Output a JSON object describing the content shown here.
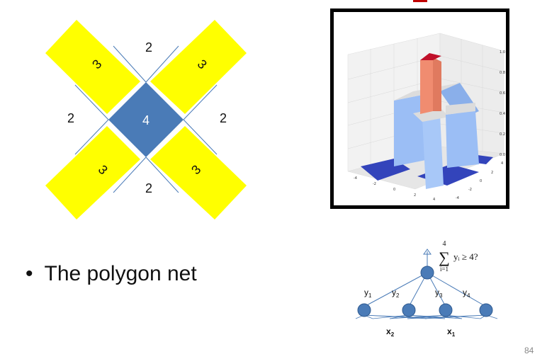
{
  "cross": {
    "arm_label": "3",
    "center_label": "4",
    "gap_labels": {
      "top": "2",
      "left": "2",
      "right": "2",
      "bottom": "2"
    },
    "colors": {
      "arm": "#FFFF00",
      "center": "#4A7BB7",
      "edge": "#4A7BB7"
    }
  },
  "plot": {
    "type": "3d-bar-surface",
    "x_ticks": [
      "-4",
      "-2",
      "0",
      "2",
      "4"
    ],
    "y_ticks": [
      "4",
      "2",
      "0",
      "-2",
      "-4"
    ],
    "z_ticks": [
      "1.0",
      "0.8",
      "0.6",
      "0.4",
      "0.2",
      "0.0"
    ],
    "levels": {
      "center": 1.0,
      "arms": 0.75,
      "gaps": 0.5,
      "corners": 0.0
    },
    "colors": {
      "center_top": "#C0102A",
      "center_side": "#F08C70",
      "arm": "#9BBEF5",
      "arm_top": "#DCDCDC",
      "corner": "#3344BB"
    }
  },
  "bullet": {
    "dot": "•",
    "text": "The polygon net"
  },
  "network": {
    "output_sum_upper": "4",
    "output_sum_lower": "i=1",
    "output_condition": "yᵢ ≥ 4?",
    "sum_symbol": "∑",
    "y_labels": [
      {
        "base": "y",
        "sub": "1"
      },
      {
        "base": "y",
        "sub": "2"
      },
      {
        "base": "y",
        "sub": "3"
      },
      {
        "base": "y",
        "sub": "4"
      }
    ],
    "x_labels": [
      {
        "base": "x",
        "sub": "2"
      },
      {
        "base": "x",
        "sub": "1"
      }
    ],
    "node_color": "#4A7BB7"
  },
  "page_number": "84"
}
